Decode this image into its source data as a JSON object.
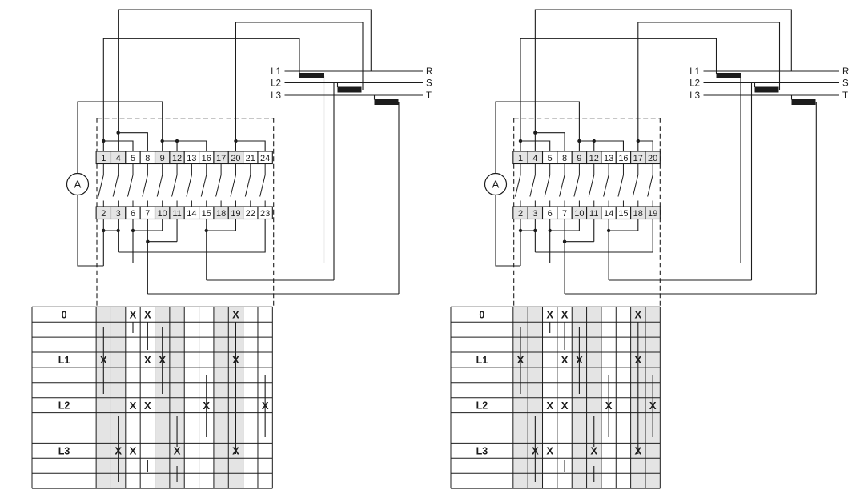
{
  "colors": {
    "line": "#1c1c1c",
    "shade": "#e4e4e4",
    "background": "#ffffff"
  },
  "diagrams": [
    {
      "id": "left",
      "phase_labels": [
        "L1",
        "L2",
        "L3"
      ],
      "supply_labels": [
        "R",
        "S",
        "T"
      ],
      "ammeter_label": "A",
      "top_terminals": [
        "1",
        "4",
        "5",
        "8",
        "9",
        "12",
        "13",
        "16",
        "17",
        "20",
        "21",
        "24"
      ],
      "bottom_terminals": [
        "2",
        "3",
        "6",
        "7",
        "10",
        "11",
        "14",
        "15",
        "18",
        "19",
        "22",
        "23"
      ],
      "shaded_terminal_indexes": [
        0,
        1,
        4,
        5,
        8,
        9
      ],
      "position_table": {
        "mark_symbol": "X",
        "num_columns": 12,
        "shaded_columns": [
          1,
          2,
          5,
          6,
          9,
          10
        ],
        "rows": [
          {
            "label": "0",
            "marked_columns": [
              3,
              4,
              10
            ]
          },
          {
            "label": "L1",
            "marked_columns": [
              1,
              4,
              5,
              10
            ]
          },
          {
            "label": "L2",
            "marked_columns": [
              3,
              4,
              8,
              12
            ]
          },
          {
            "label": "L3",
            "marked_columns": [
              2,
              3,
              6,
              10
            ]
          }
        ]
      }
    },
    {
      "id": "right",
      "phase_labels": [
        "L1",
        "L2",
        "L3"
      ],
      "supply_labels": [
        "R",
        "S",
        "T"
      ],
      "ammeter_label": "A",
      "top_terminals": [
        "1",
        "4",
        "5",
        "8",
        "9",
        "12",
        "13",
        "16",
        "17",
        "20"
      ],
      "bottom_terminals": [
        "2",
        "3",
        "6",
        "7",
        "10",
        "11",
        "14",
        "15",
        "18",
        "19"
      ],
      "shaded_terminal_indexes": [
        0,
        1,
        4,
        5,
        8,
        9
      ],
      "position_table": {
        "mark_symbol": "X",
        "num_columns": 10,
        "shaded_columns": [
          1,
          2,
          5,
          6,
          9,
          10
        ],
        "rows": [
          {
            "label": "0",
            "marked_columns": [
              3,
              4,
              9
            ]
          },
          {
            "label": "L1",
            "marked_columns": [
              1,
              4,
              5,
              9
            ]
          },
          {
            "label": "L2",
            "marked_columns": [
              3,
              4,
              7,
              10
            ]
          },
          {
            "label": "L3",
            "marked_columns": [
              2,
              3,
              6,
              9
            ]
          }
        ]
      }
    }
  ]
}
